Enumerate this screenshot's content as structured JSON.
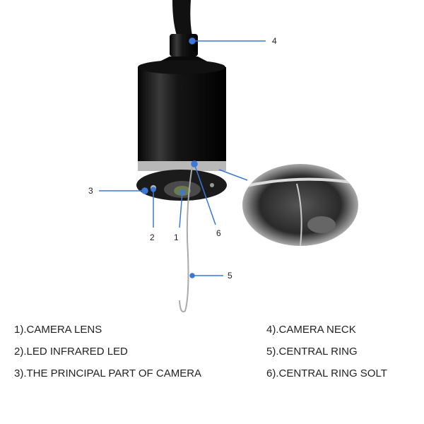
{
  "callouts": {
    "n1": "1",
    "n2": "2",
    "n3": "3",
    "n4": "4",
    "n5": "5",
    "n6": "6"
  },
  "legend": [
    "1).CAMERA LENS",
    "2).LED INFRARED LED",
    "3).THE PRINCIPAL PART OF CAMERA",
    "4).CAMERA NECK",
    "5).CENTRAL RING",
    "6).CENTRAL RING SOLT"
  ],
  "colors": {
    "callout": "#3b78d8",
    "body": "#111111"
  }
}
